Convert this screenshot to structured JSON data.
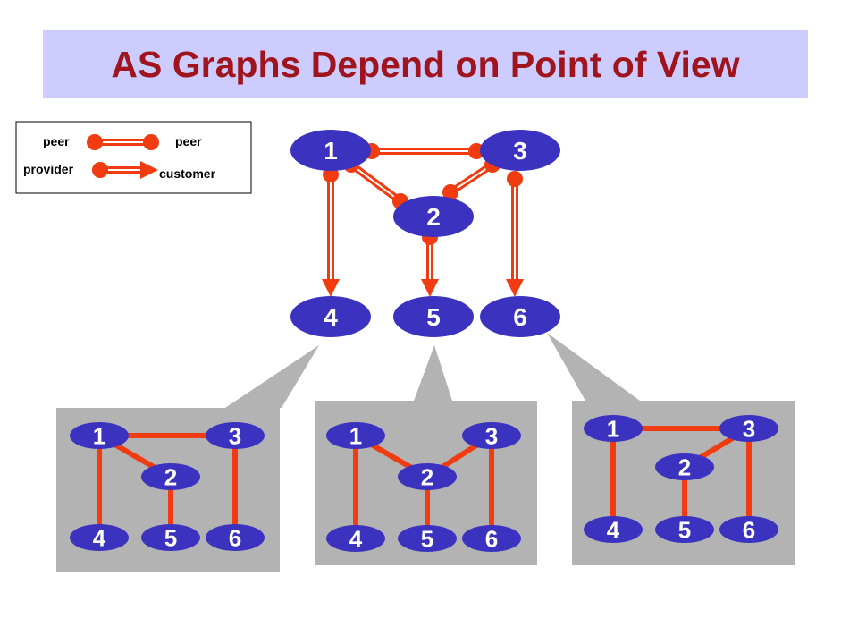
{
  "title": "AS Graphs Depend on Point of View",
  "legend": {
    "peer_left": "peer",
    "peer_right": "peer",
    "provider": "provider",
    "customer": "customer"
  },
  "colors": {
    "node_fill": "#3b33c0",
    "edge": "#f03c10",
    "title_bg": "#ccccff",
    "title_text": "#a0141e",
    "panel_bg": "#b3b3b3"
  },
  "main_graph": {
    "nodes": [
      "1",
      "2",
      "3",
      "4",
      "5",
      "6"
    ],
    "peer_links": [
      [
        "1",
        "3"
      ],
      [
        "1",
        "2"
      ],
      [
        "2",
        "3"
      ]
    ],
    "provider_customer_links": [
      [
        "1",
        "4"
      ],
      [
        "2",
        "5"
      ],
      [
        "3",
        "6"
      ]
    ]
  },
  "views": [
    {
      "from_node": "4",
      "nodes": [
        "1",
        "2",
        "3",
        "4",
        "5",
        "6"
      ],
      "links": [
        [
          "1",
          "3"
        ],
        [
          "1",
          "2"
        ],
        [
          "1",
          "4"
        ],
        [
          "2",
          "5"
        ],
        [
          "3",
          "6"
        ]
      ]
    },
    {
      "from_node": "5",
      "nodes": [
        "1",
        "2",
        "3",
        "4",
        "5",
        "6"
      ],
      "links": [
        [
          "1",
          "2"
        ],
        [
          "2",
          "3"
        ],
        [
          "1",
          "4"
        ],
        [
          "2",
          "5"
        ],
        [
          "3",
          "6"
        ]
      ]
    },
    {
      "from_node": "6",
      "nodes": [
        "1",
        "2",
        "3",
        "4",
        "5",
        "6"
      ],
      "links": [
        [
          "1",
          "3"
        ],
        [
          "2",
          "3"
        ],
        [
          "1",
          "4"
        ],
        [
          "2",
          "5"
        ],
        [
          "3",
          "6"
        ]
      ]
    }
  ]
}
